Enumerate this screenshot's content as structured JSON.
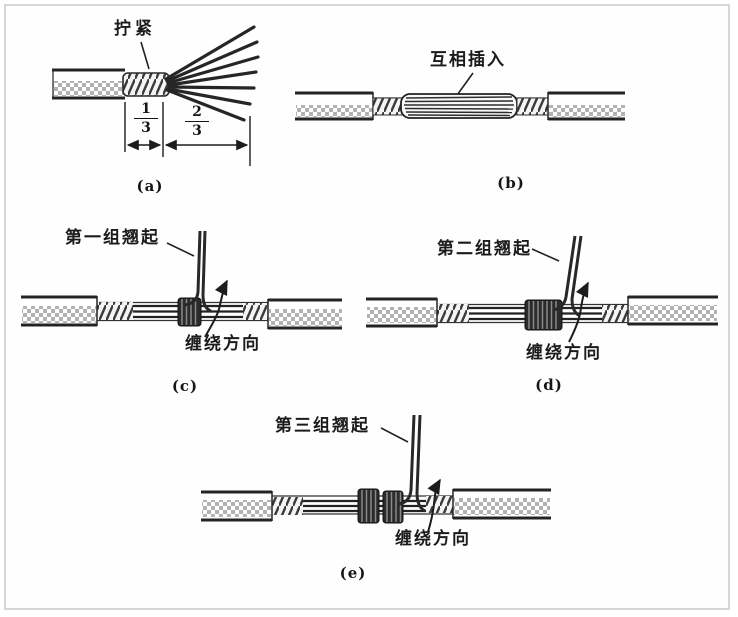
{
  "page": {
    "background": "#ffffff",
    "frame_border_color": "#d6d6d6"
  },
  "colors": {
    "ink": "#1c1c1c",
    "checker": "#b2b2b2",
    "hatch": "#3a3a3a",
    "coil": "#2b2b2b",
    "coil_ridge": "#8a8a8a"
  },
  "figures": {
    "a": {
      "caption": "(a)",
      "tighten_label": "拧紧",
      "fraction_left": {
        "numerator": "1",
        "denominator": "3"
      },
      "fraction_right": {
        "numerator": "2",
        "denominator": "3"
      }
    },
    "b": {
      "caption": "(b)",
      "insert_label": "互相插入"
    },
    "c": {
      "caption": "(c)",
      "lift_label": "第一组翘起",
      "direction_label": "缠绕方向"
    },
    "d": {
      "caption": "(d)",
      "lift_label": "第二组翘起",
      "direction_label": "缠绕方向"
    },
    "e": {
      "caption": "(e)",
      "lift_label": "第三组翘起",
      "direction_label": "缠绕方向"
    }
  }
}
